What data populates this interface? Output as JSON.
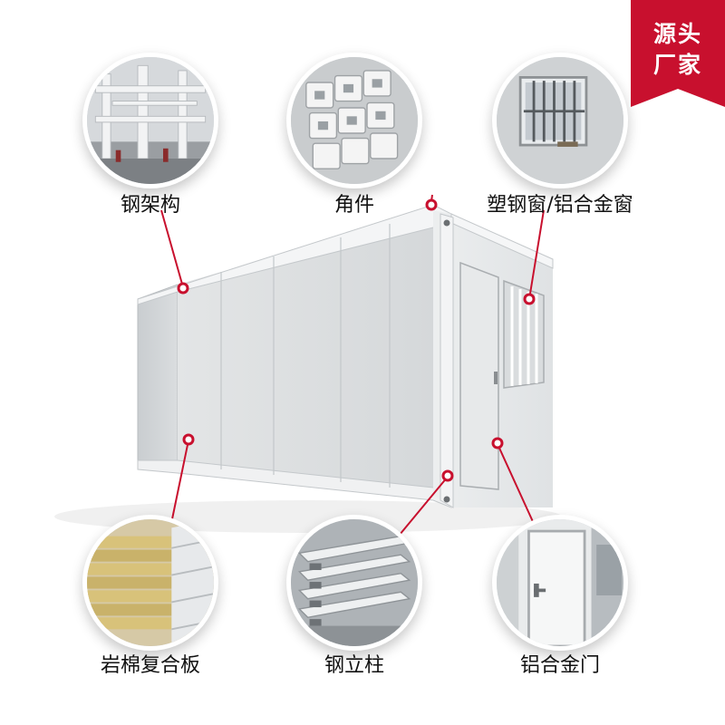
{
  "badge": {
    "line1": "源头",
    "line2": "厂家",
    "color": "#c8102e"
  },
  "accent_color": "#c8102e",
  "features": [
    {
      "id": "steel-frame",
      "label": "钢架构"
    },
    {
      "id": "corner-fitting",
      "label": "角件"
    },
    {
      "id": "window",
      "label": "塑钢窗/铝合金窗"
    },
    {
      "id": "rockwool-panel",
      "label": "岩棉复合板"
    },
    {
      "id": "steel-column",
      "label": "钢立柱"
    },
    {
      "id": "door",
      "label": "铝合金门"
    }
  ]
}
